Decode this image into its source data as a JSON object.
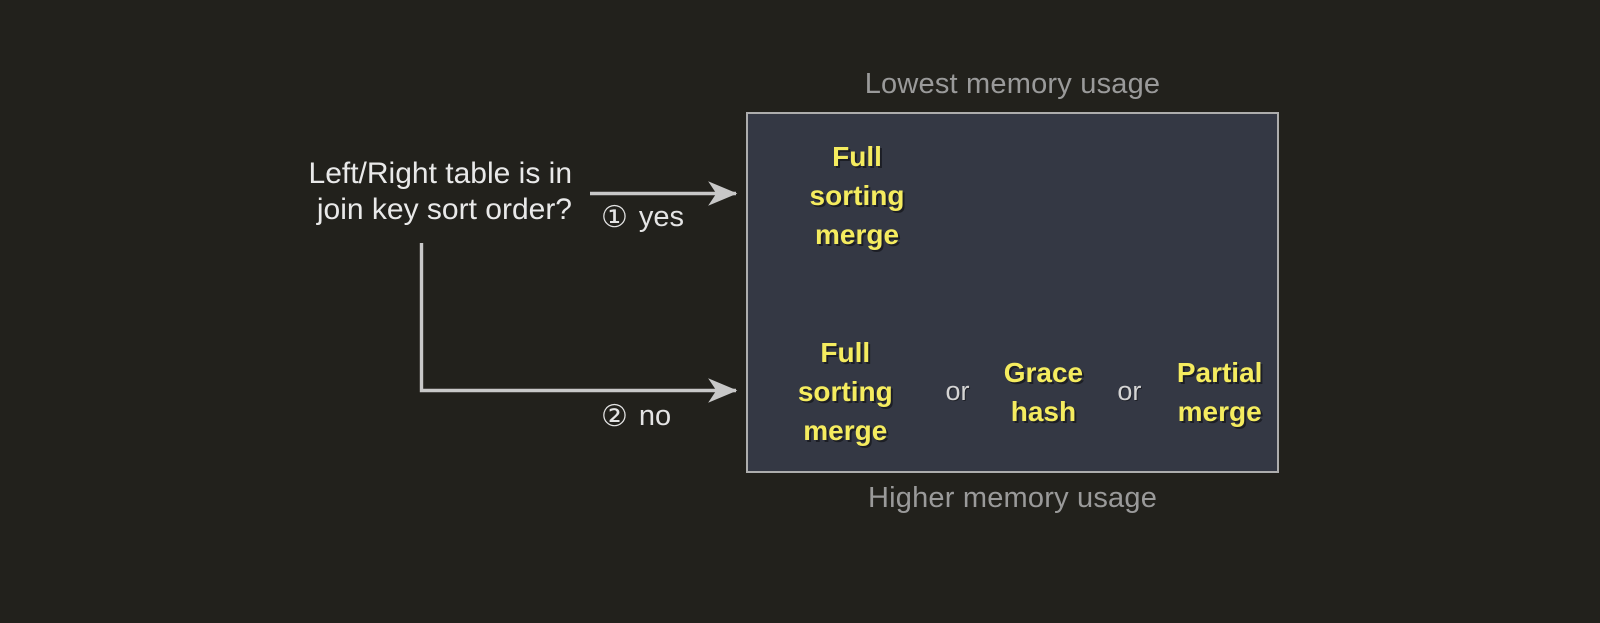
{
  "diagram": {
    "title_top": "Lowest memory usage",
    "title_bottom": "Higher memory usage",
    "question": {
      "line1": "Left/Right table is in",
      "line2": "join key sort order?"
    },
    "branches": [
      {
        "marker": "①",
        "label": "yes"
      },
      {
        "marker": "②",
        "label": "no"
      }
    ],
    "options": {
      "sorted_row": [
        {
          "words": [
            "Full",
            "sorting",
            "merge"
          ]
        }
      ],
      "unsorted_row": [
        {
          "words": [
            "Full",
            "sorting",
            "merge"
          ]
        },
        {
          "words": [
            "Grace",
            "hash"
          ]
        },
        {
          "words": [
            "Partial",
            "merge"
          ]
        }
      ],
      "separator": "or"
    },
    "colors": {
      "background": "#22211c",
      "box_fill": "#343844",
      "box_border": "#adadad",
      "option_text": "#f5ec5f",
      "caption_text": "#9a9a9a",
      "body_text": "#e9e9e9",
      "connector": "#c8c8c8"
    }
  }
}
